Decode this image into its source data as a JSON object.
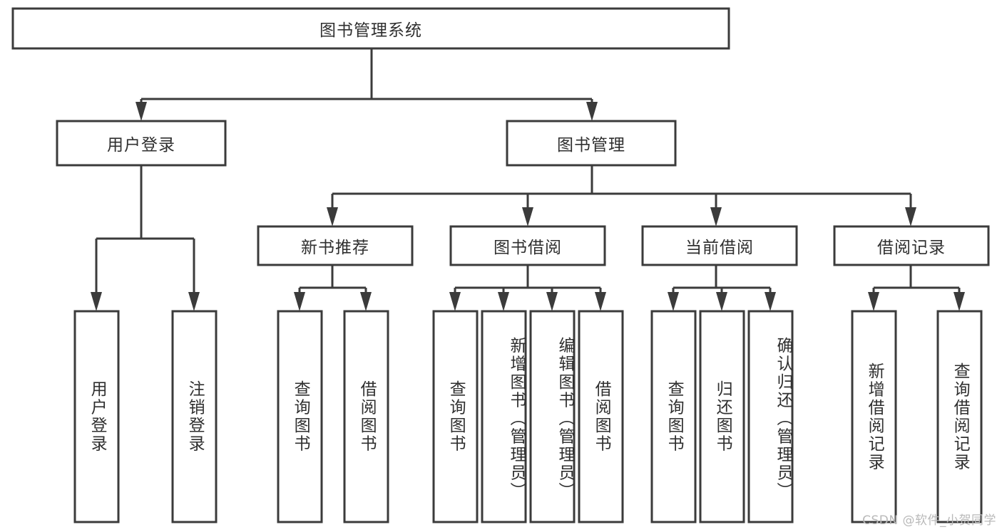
{
  "diagram": {
    "type": "tree-hierarchy",
    "title": "图书管理系统",
    "watermark": "CSDN @软件_小贺同学",
    "colors": {
      "stroke": "#3b3b3b",
      "fill": "#ffffff",
      "text": "#2f2f2f",
      "watermark": "#b9b9b9"
    },
    "root": {
      "label": "图书管理系统"
    },
    "level2": [
      {
        "label": "用户登录"
      },
      {
        "label": "图书管理"
      }
    ],
    "level3": [
      {
        "label": "新书推荐"
      },
      {
        "label": "图书借阅"
      },
      {
        "label": "当前借阅"
      },
      {
        "label": "借阅记录"
      }
    ],
    "leaves": {
      "user_login": [
        {
          "label": "用户登录"
        },
        {
          "label": "注销登录"
        }
      ],
      "new_book_recommend": [
        {
          "label": "查询图书"
        },
        {
          "label": "借阅图书"
        }
      ],
      "book_borrow": [
        {
          "label": "查询图书"
        },
        {
          "label": "新增图书（管理员）"
        },
        {
          "label": "编辑图书（管理员）"
        },
        {
          "label": "借阅图书"
        }
      ],
      "current_borrow": [
        {
          "label": "查询图书"
        },
        {
          "label": "归还图书"
        },
        {
          "label": "确认归还（管理员）"
        }
      ],
      "borrow_record": [
        {
          "label": "新增借阅记录"
        },
        {
          "label": "查询借阅记录"
        }
      ]
    }
  }
}
